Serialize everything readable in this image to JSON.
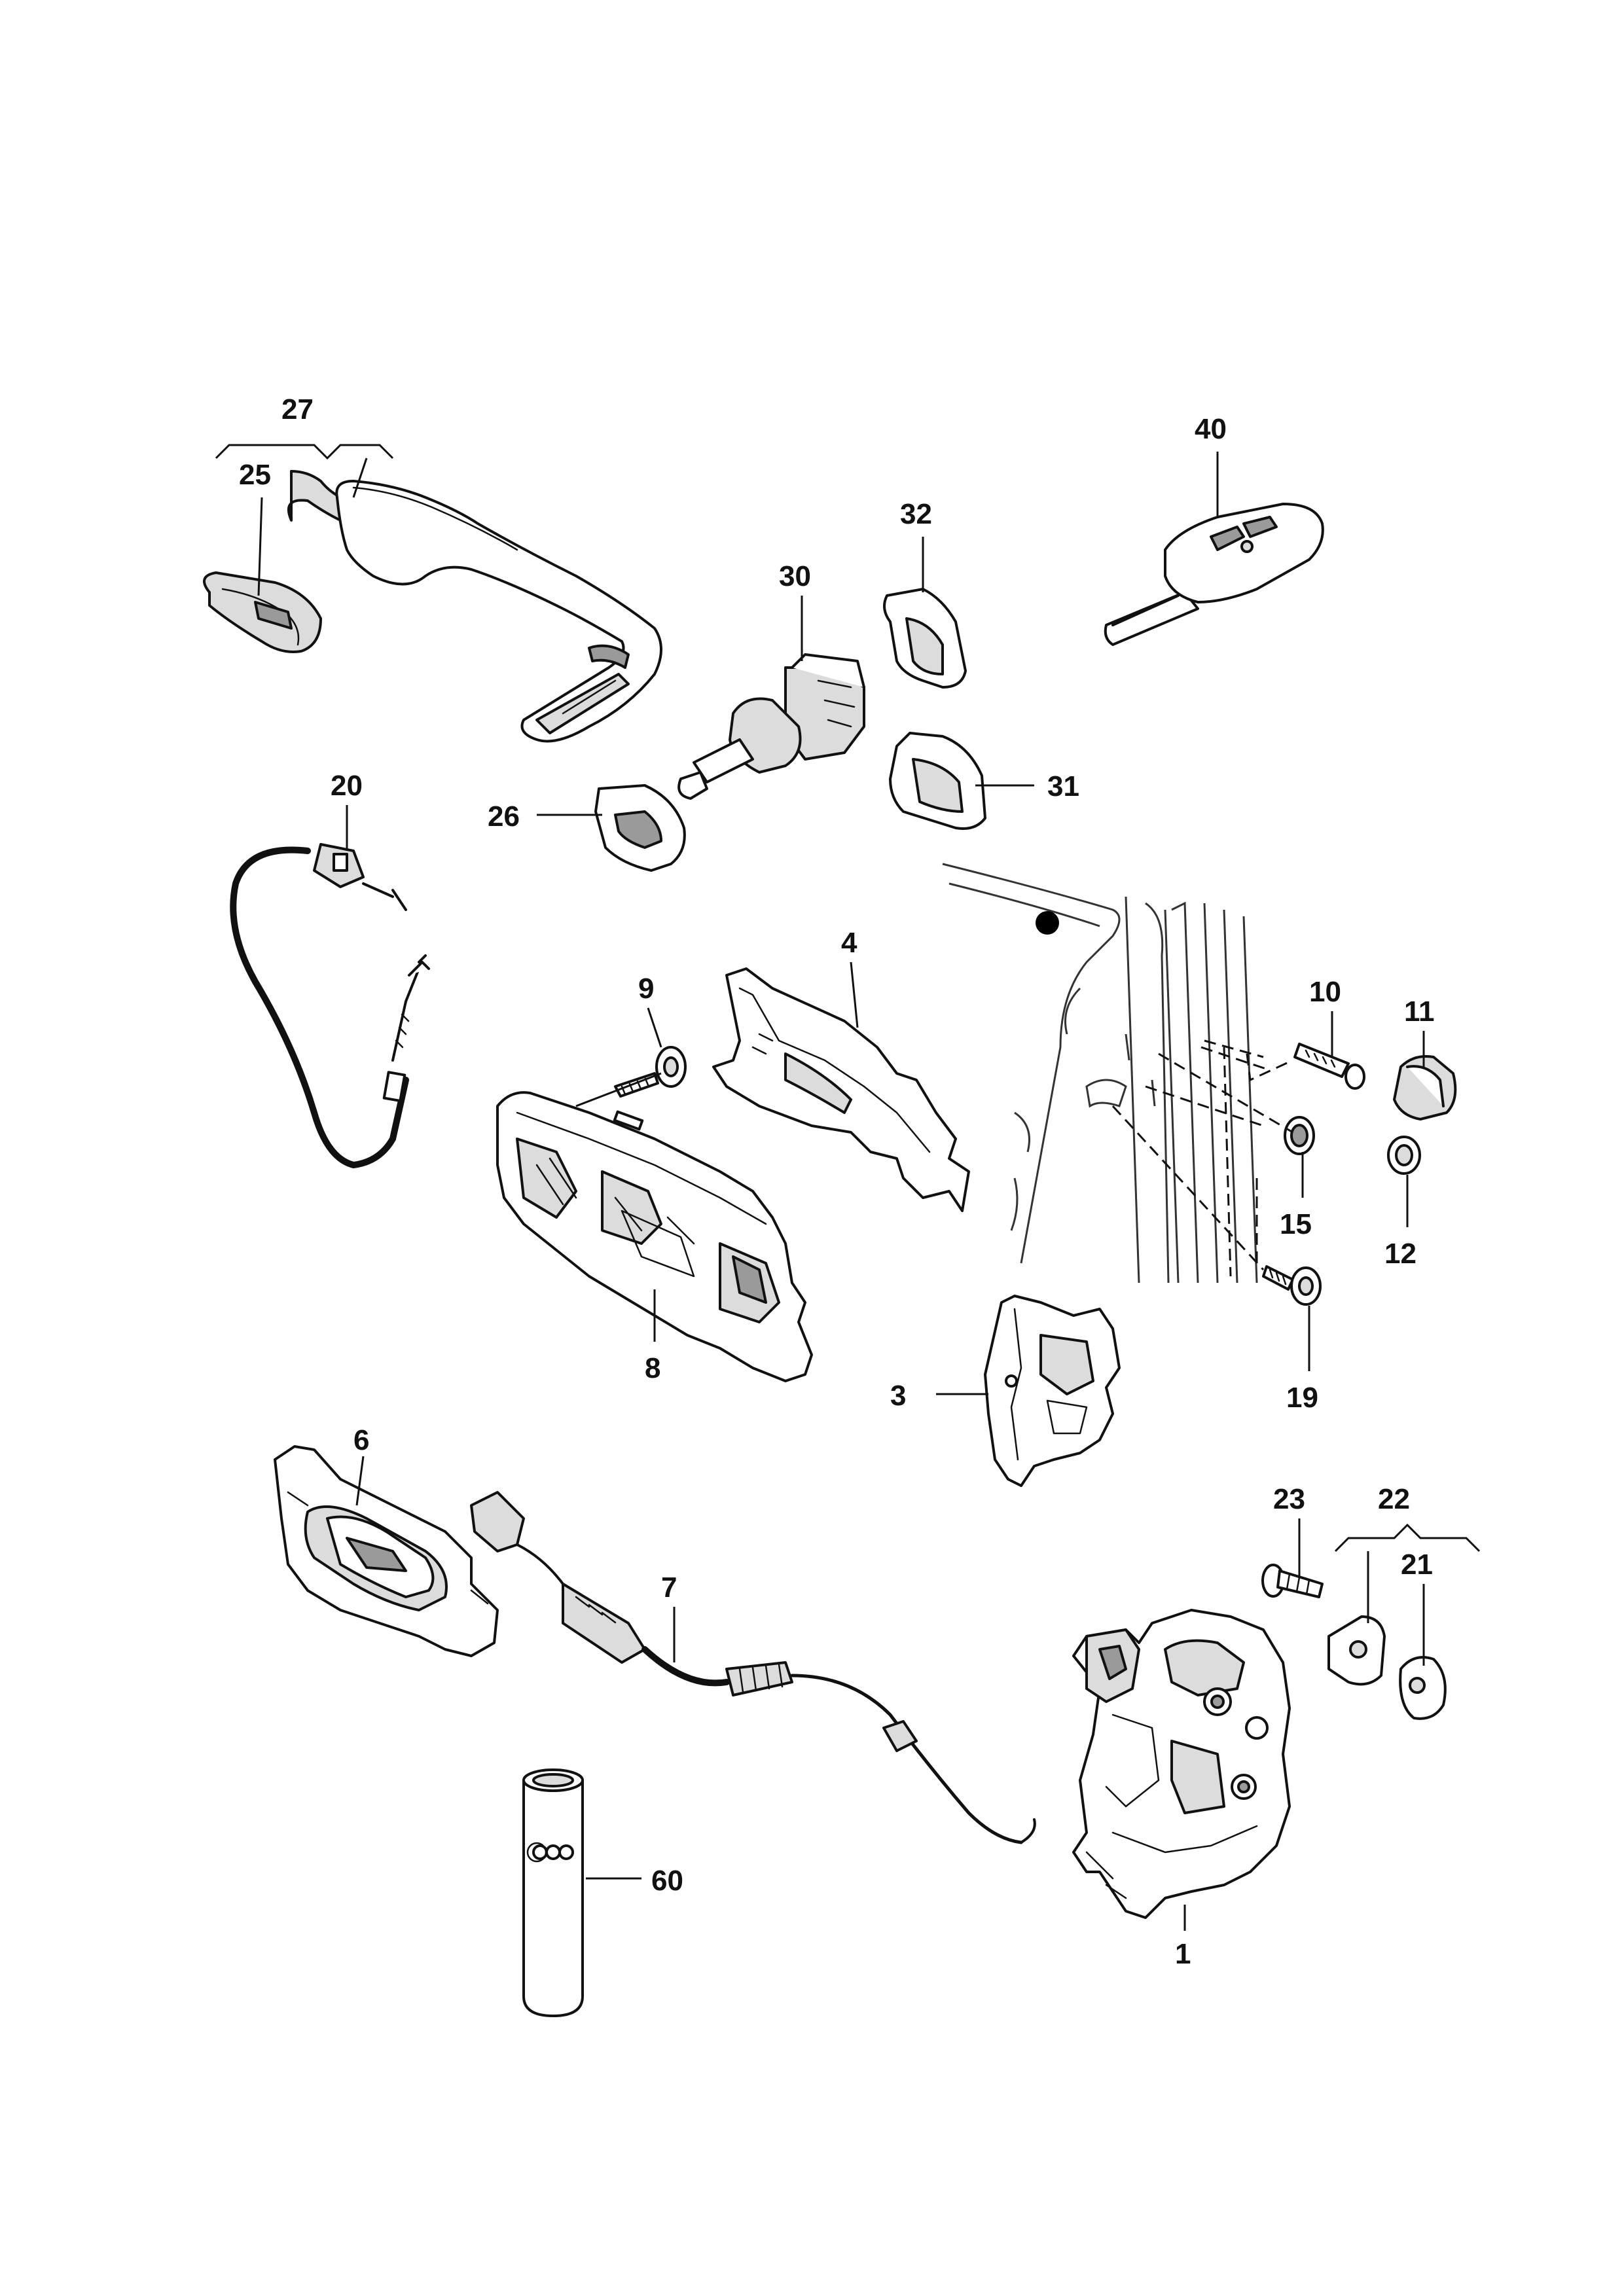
{
  "diagram": {
    "callouts": {
      "c1": "1",
      "c3": "3",
      "c4": "4",
      "c6": "6",
      "c7": "7",
      "c8": "8",
      "c9": "9",
      "c10": "10",
      "c11": "11",
      "c12": "12",
      "c15": "15",
      "c19": "19",
      "c20": "20",
      "c21": "21",
      "c22": "22",
      "c23": "23",
      "c25": "25",
      "c26": "26",
      "c27": "27",
      "c30": "30",
      "c31": "31",
      "c32": "32",
      "c40": "40",
      "c60": "60"
    },
    "line_color": "#111111",
    "background": "#ffffff"
  }
}
